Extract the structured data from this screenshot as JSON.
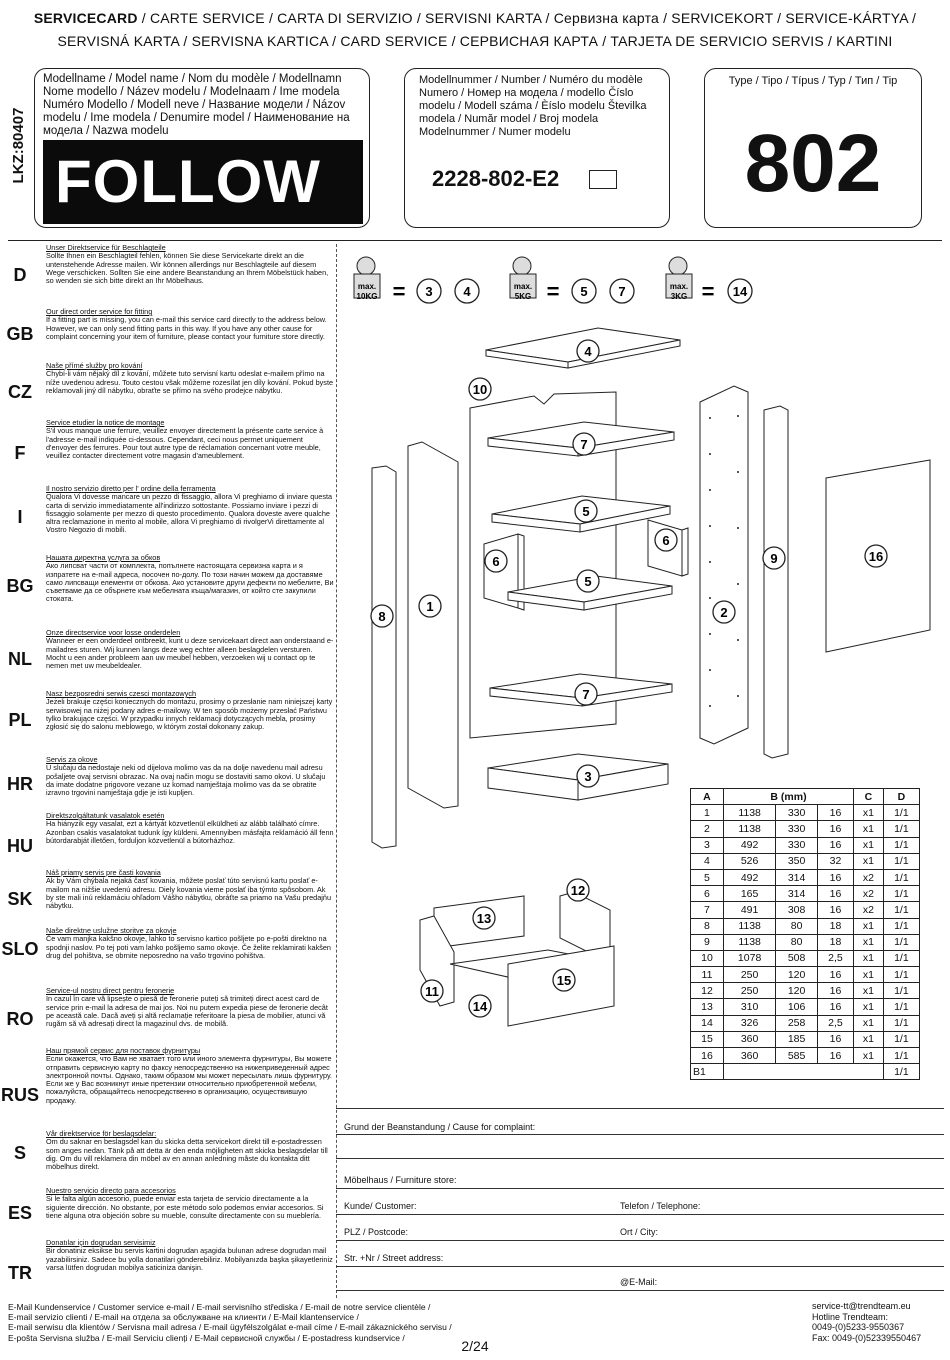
{
  "header": {
    "line1_bold": "SERVICECARD",
    "line1_rest": " / CARTE SERVICE / CARTA DI SERVIZIO / SERVISNI KARTA / Сервизна карта / SERVICEKORT / SERVICE-KÁRTYA /",
    "line2": "SERVISNÁ KARTA / SERVISNA KARTICA / CARD SERVICE / СЕРВИСНАЯ КАРТА / TARJETA DE SERVICIO SERVIS / KARTINI"
  },
  "lkz": "LKZ:80407",
  "model": {
    "label": "Modellname / Model name / Nom du modèle / Modellnamn Nome modello / Název modelu / Modelnaam / Ime modela Numéro Modello / Modell neve / Название модели / Názov modelu / Ime modela / Denumire model / Наименование на модела / Nazwa modelu",
    "name": "FOLLOW"
  },
  "number": {
    "label": "Modellnummer / Number / Numéro du modèle Numero / Номер на модела / modello Číslo modelu / Modell száma / Èíslo modelu Številka modela / Număr model / Broj modela Modelnummer / Numer modelu",
    "value": "2228-802-E2"
  },
  "type": {
    "label": "Type / Tipo / Típus / Typ / Тип / Tip",
    "value": "802"
  },
  "languages": [
    {
      "code": "D",
      "title": "Unser Direktservice für Beschlagteile",
      "text": "Sollte Ihnen ein Beschlagteil fehlen, können Sie diese Servicekarte direkt an die untenstehende Adresse mailen. Wir können allerdings nur Beschlagteile auf diesem Wege verschicken. Sollten Sie eine andere Beanstandung an Ihrem Möbelstück haben, so wenden sie sich bitte direkt an Ihr Möbelhaus."
    },
    {
      "code": "GB",
      "title": "Our direct order service for fitting",
      "text": "If a fitting part is missing, you can e-mail this service card directly to the address below. However, we can only send fitting parts in this way. If you have any other cause for complaint concerning your item of furniture, please contact your furniture store directly."
    },
    {
      "code": "CZ",
      "title": "Naše přímé služby pro kování",
      "text": "Chybí-li vám nějaký díl z kování, můžete tuto servisní kartu odeslat e-mailem přímo na níže uvedenou adresu. Touto cestou však můžeme rozesílat jen díly kování. Pokud byste reklamovali jiný díl nábytku, obraťte se přímo na svého prodejce nábytku."
    },
    {
      "code": "F",
      "title": "Service etudier la notice de montage",
      "text": "S'il vous manque une ferrure, veuillez envoyer directement la présente carte service à l'adresse e-mail indiquée ci-dessous. Cependant, ceci nous permet uniquement d'envoyer des ferrures. Pour tout autre type de réclamation concernant votre meuble, veuillez contacter directement votre magasin d'ameublement."
    },
    {
      "code": "I",
      "title": "Il nostro servizio diretto per l' ordine della ferramenta",
      "text": "Qualora Vi dovesse mancare un pezzo di fissaggio, allora Vi preghiamo di inviare questa carta di servizio immediatamente all'indirizzo sottostante. Possiamo inviare i pezzi di fissaggio solamente per mezzo di questo procedimento. Qualora doveste avere qualche altra reclamazione in merito al mobile, allora Vi preghiamo di rivolgerVi direttamente al Vostro Negozio di mobili."
    },
    {
      "code": "BG",
      "title": "Нашата директна услуга за обков",
      "text": "Ако липсват части от комплекта, попълнете настоящата сервизна карта и я изпратете на e-mail адреса, посочен по-долу. По този начин можем да доставяме само липсващи елементи от обкова. Ако установите други дефекти по мебелите, Ви съветваме да се обърнете към мебелната къща/магазин, от който сте закупили стоката."
    },
    {
      "code": "NL",
      "title": "Onze directservice voor losse onderdelen",
      "text": "Wanneer er een onderdeel ontbreekt, kunt u deze servicekaart direct aan onderstaand e-mailadres sturen. Wij kunnen langs deze weg echter alleen beslagdelen versturen. Mocht u een ander probleem aan uw meubel hebben, verzoeken wij u contact op te nemen met uw meubeldealer."
    },
    {
      "code": "PL",
      "title": "Nasz bezposredni serwis czesci montazowych",
      "text": "Jeżeli brakuje części koniecznych do montażu, prosimy o przesłanie nam niniejszej karty serwisowej na niżej podany adres e-mailowy. W ten sposób możemy przesłać Państwu tylko brakujące części. W przypadku innych reklamacji dotyczących mebla, prosimy zgłosić się do salonu meblowego, w którym został dokonany zakup."
    },
    {
      "code": "HR",
      "title": "Servis za okove",
      "text": "U slučaju da nedostaje neki od dijelova molimo vas da na dolje navedenu mail adresu pošaljete ovaj servisni obrazac. Na ovaj način mogu se dostaviti samo okovi. U slučaju da imate dodatne prigovore vezane uz komad namještaja molimo vas da se obratite izravno trgovini namještaja gdje je isti kupljen."
    },
    {
      "code": "HU",
      "title": "Direktszolgáltatunk vasalatok esetén",
      "text": "Ha hiányzik egy vasalat, ezt a kártyát közvetlenül elküldheti az alább található címre. Azonban csakis vasalatokat tudunk így küldeni. Amennyiben másfajta reklamáció áll fenn bútordarabját illetően, forduljon közvetlenül a bútorházhoz."
    },
    {
      "code": "SK",
      "title": "Náš priamy servis pre časti kovania",
      "text": "Ak by Vám chýbala nejaká časť kovania, môžete poslať túto servisnú kartu poslať e-mailom na nižšie uvedenú adresu. Diely kovania vieme poslať iba týmto spôsobom. Ak by ste mali inú reklamáciu ohľadom Vášho nábytku, obráťte sa priamo na Vašu predajňu nábytku."
    },
    {
      "code": "SLO",
      "title": "Naše direktne uslužne storitve za okovje",
      "text": "Če vam manjka kakšno okovje, lahko to servisno kartico pošljete po e-pošti direktno na spodnji naslov. Po tej poti vam lahko pošljemo samo okovje. Če želite reklamirati kakšen drug del pohištva, se obrnite neposredno na vašo trgovino pohištva."
    },
    {
      "code": "RO",
      "title": "Service-ul nostru direct pentru feronerie",
      "text": "In cazul în care vă lipsește o piesă de feronerie puteți să trimiteți direct acest card de service prin e-mail la adresa de mai jos. Noi nu putem expedia piese de feronerie decât pe această cale. Dacă aveți și altă reclamație referitoare la piesa de mobilier, atunci vă rugăm să vă adresați direct la magazinul dvs. de mobilă."
    },
    {
      "code": "RUS",
      "title": "Наш прямой сервис для поставок фурнитуры",
      "text": "Если окажется, что Вам не хватает того или иного элемента фурнитуры, Вы можете отправить сервисную карту по факсу непосредственно на нижеприведенный адрес электронной почты. Однако, таким образом мы может пересылать лишь фурнитуру. Если же у Вас возникнут иные претензии относительно приобретенной мебели, пожалуйста, обращайтесь непосредственно в организацию, осуществившую продажу."
    },
    {
      "code": "S",
      "title": "Vår direktservice för beslagsdelar:",
      "text": "Om du saknar en beslagsdel kan du skicka detta servicekort direkt till e-postadressen som anges nedan. Tänk på att detta är den enda möjligheten att skicka beslagsdelar till dig. Om du vill reklamera din möbel av en annan anledning måste du kontakta ditt möbelhus direkt."
    },
    {
      "code": "ES",
      "title": "Nuestro servicio directo para accesorios",
      "text": "Si le falta algún accesorio, puede enviar esta tarjeta de servicio directamente a la siguiente dirección. No obstante, por este método solo podemos enviar accesorios. Si tiene alguna otra objeción sobre su mueble, consulte directamente con su mueblería."
    },
    {
      "code": "TR",
      "title": "Donatılar için dogrudan servisimiz",
      "text": "Bir donatiniz eksikse bu servis kartini dogrudan aşagida bulunan adrese dogrudan mail yazabilirsiniz. Sadece bu yolla donatilari gönderebiliriz. Mobilyanızda başka şikayetleriniz varsa lütfen dogrudan mobilya saticiniza danişin."
    }
  ],
  "weights": [
    {
      "label": "max.",
      "weight": "10KG",
      "parts": [
        "3",
        "4"
      ]
    },
    {
      "label": "max.",
      "weight": "5KG",
      "parts": [
        "5",
        "7"
      ]
    },
    {
      "label": "max.",
      "weight": "3KG",
      "parts": [
        "14"
      ]
    }
  ],
  "equals": "=",
  "callouts": [
    "4",
    "10",
    "7",
    "5",
    "6",
    "6",
    "5",
    "1",
    "8",
    "2",
    "9",
    "16",
    "7",
    "3",
    "12",
    "13",
    "15",
    "11",
    "14"
  ],
  "parts_table": {
    "headers": [
      "A",
      "B (mm)",
      "C",
      "D"
    ],
    "rows": [
      [
        "1",
        "1138",
        "330",
        "16",
        "x1",
        "1/1"
      ],
      [
        "2",
        "1138",
        "330",
        "16",
        "x1",
        "1/1"
      ],
      [
        "3",
        "492",
        "330",
        "16",
        "x1",
        "1/1"
      ],
      [
        "4",
        "526",
        "350",
        "32",
        "x1",
        "1/1"
      ],
      [
        "5",
        "492",
        "314",
        "16",
        "x2",
        "1/1"
      ],
      [
        "6",
        "165",
        "314",
        "16",
        "x2",
        "1/1"
      ],
      [
        "7",
        "491",
        "308",
        "16",
        "x2",
        "1/1"
      ],
      [
        "8",
        "1138",
        "80",
        "18",
        "x1",
        "1/1"
      ],
      [
        "9",
        "1138",
        "80",
        "18",
        "x1",
        "1/1"
      ],
      [
        "10",
        "1078",
        "508",
        "2,5",
        "x1",
        "1/1"
      ],
      [
        "11",
        "250",
        "120",
        "16",
        "x1",
        "1/1"
      ],
      [
        "12",
        "250",
        "120",
        "16",
        "x1",
        "1/1"
      ],
      [
        "13",
        "310",
        "106",
        "16",
        "x1",
        "1/1"
      ],
      [
        "14",
        "326",
        "258",
        "2,5",
        "x1",
        "1/1"
      ],
      [
        "15",
        "360",
        "185",
        "16",
        "x1",
        "1/1"
      ],
      [
        "16",
        "360",
        "585",
        "16",
        "x1",
        "1/1"
      ],
      [
        "B1",
        "",
        "",
        "",
        "",
        "1/1"
      ]
    ]
  },
  "form": {
    "complaint": "Grund der Beanstandung / Cause for complaint:",
    "store": "Möbelhaus / Furniture store:",
    "customer": "Kunde/ Customer:",
    "phone": "Telefon / Telephone:",
    "zip": "PLZ / Postcode:",
    "city": "Ort / City:",
    "street": "Str. +Nr / Street address:",
    "email": "@E-Mail:"
  },
  "footer": {
    "lines": [
      "E-Mail Kundenservice / Customer service e-mail / E-mail servisního střediska / E-mail de notre service clientèle /",
      "E-mail servizio clienti / E-mail на отдела за обслужване на клиенти / E-Mail klantenservice /",
      "E-mail serwisu dla klientów / Servisna mail adresa / E-mail ügyfélszolgálat e-mail címe / E-mail zákaznického servisu /",
      "E-pošta Servisna služba / E-mail Serviciu clienți / E-Mail сервисной службы / E-postadress kundservice /"
    ],
    "right": [
      "service-tt@trendteam.eu",
      "Hotline Trendteam:",
      "0049-(0)5233-9550367",
      "Fax: 0049-(0)52339550467"
    ],
    "page": "2/24"
  }
}
